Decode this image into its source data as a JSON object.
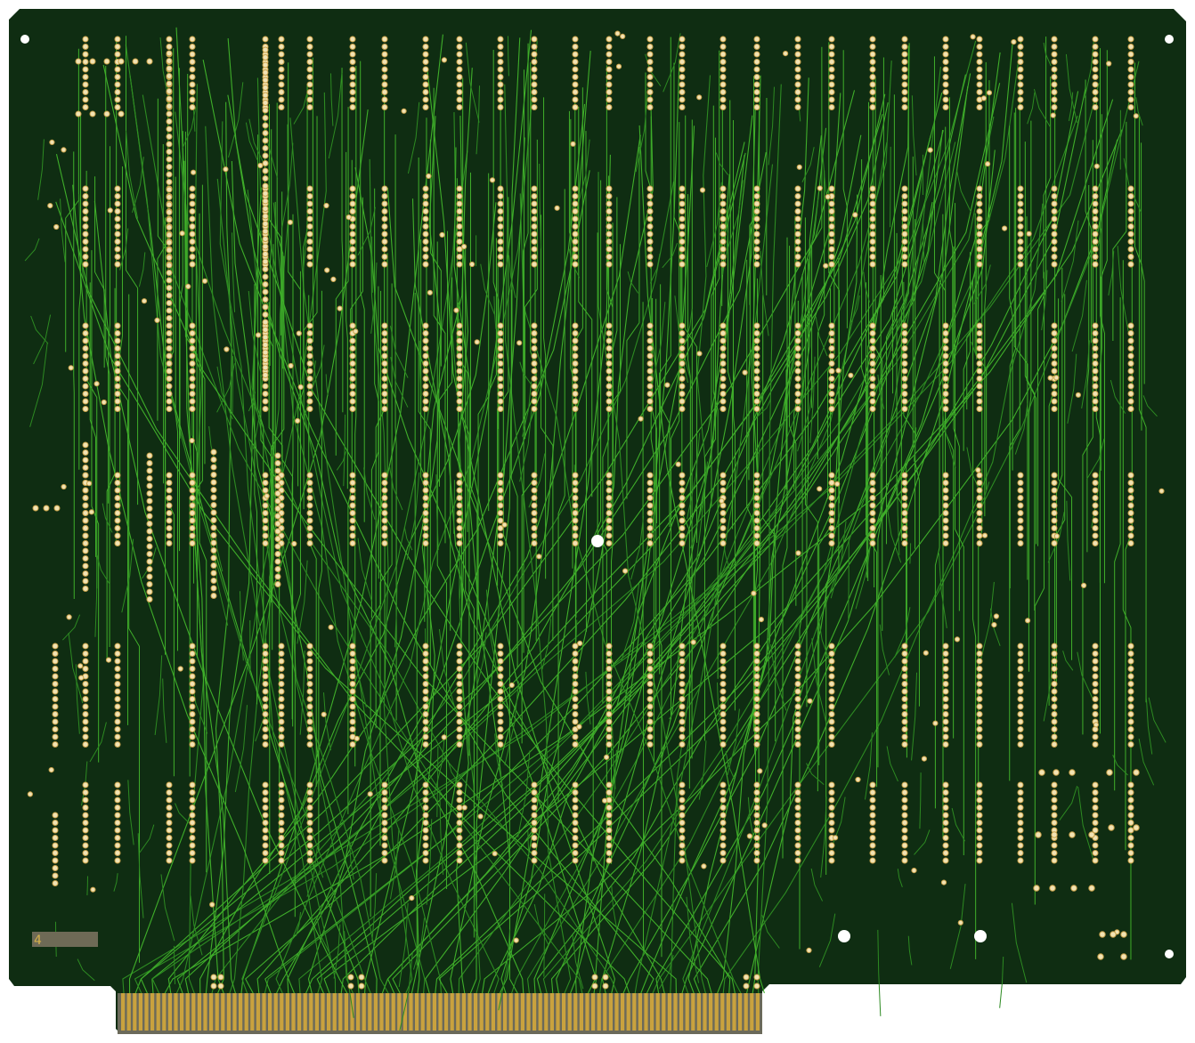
{
  "board": {
    "layer_label": "4",
    "colors": {
      "background": "#ffffff",
      "substrate": "#0f2d12",
      "trace": "#3fae2a",
      "trace_dim": "#2d8a22",
      "pad": "#f2e3b3",
      "pad_ring": "#c9a24a",
      "hole": "#ffffff",
      "finger": "#c9a23e",
      "finger_edge": "#6b6a5a",
      "label_box": "#6e6a56",
      "label_text": "#d6b24a"
    },
    "icons": {
      "mounting_hole": "circle-hole",
      "via": "small-ring",
      "ic_pin": "gold-pad"
    }
  }
}
